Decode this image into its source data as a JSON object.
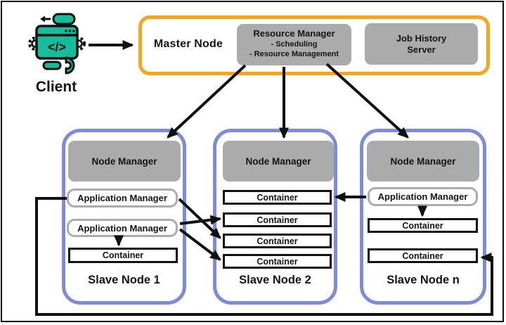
{
  "client": {
    "label": "Client",
    "icon_code": "</>"
  },
  "master": {
    "label": "Master Node",
    "resource_manager": {
      "title": "Resource Manager",
      "item1": "- Scheduling",
      "item2": "- Resource Management"
    },
    "job_history": "Job History Server"
  },
  "slaves": [
    {
      "label": "Slave Node 1",
      "node_manager": "Node Manager",
      "application_managers": [
        "Application Manager",
        "Application Manager"
      ],
      "containers": [
        "Container"
      ]
    },
    {
      "label": "Slave Node 2",
      "node_manager": "Node Manager",
      "application_managers": [],
      "containers": [
        "Container",
        "Container",
        "Container",
        "Container"
      ]
    },
    {
      "label": "Slave Node n",
      "node_manager": "Node Manager",
      "application_managers": [
        "Application Manager"
      ],
      "containers": [
        "Container",
        "Container"
      ]
    }
  ],
  "connections": [
    {
      "from": "client",
      "to": "master-node"
    },
    {
      "from": "resource-manager",
      "to": "slave-1.node-manager"
    },
    {
      "from": "resource-manager",
      "to": "slave-2.node-manager"
    },
    {
      "from": "resource-manager",
      "to": "slave-n.node-manager"
    },
    {
      "from": "slave-1.application-manager-1",
      "to": "slave-2.container-3"
    },
    {
      "from": "slave-1.application-manager-2",
      "to": "slave-2.container-2"
    },
    {
      "from": "slave-1.application-manager-2",
      "to": "slave-2.container-4"
    },
    {
      "from": "slave-1.application-manager-2",
      "to": "slave-1.container-1"
    },
    {
      "from": "slave-n.application-manager-1",
      "to": "slave-2.container-1"
    },
    {
      "from": "slave-n.application-manager-1",
      "to": "slave-n.container-1"
    },
    {
      "from": "slave-1.application-manager-1",
      "to": "slave-n.container-2",
      "route": "around-bottom-edge"
    }
  ],
  "colors": {
    "master_border_orange": "#F7A51C",
    "slave_border_blue": "#7D8CD8",
    "box_gray": "#ABABAB",
    "client_icon_teal": "#16BC9C",
    "arrow_black": "#111111"
  }
}
